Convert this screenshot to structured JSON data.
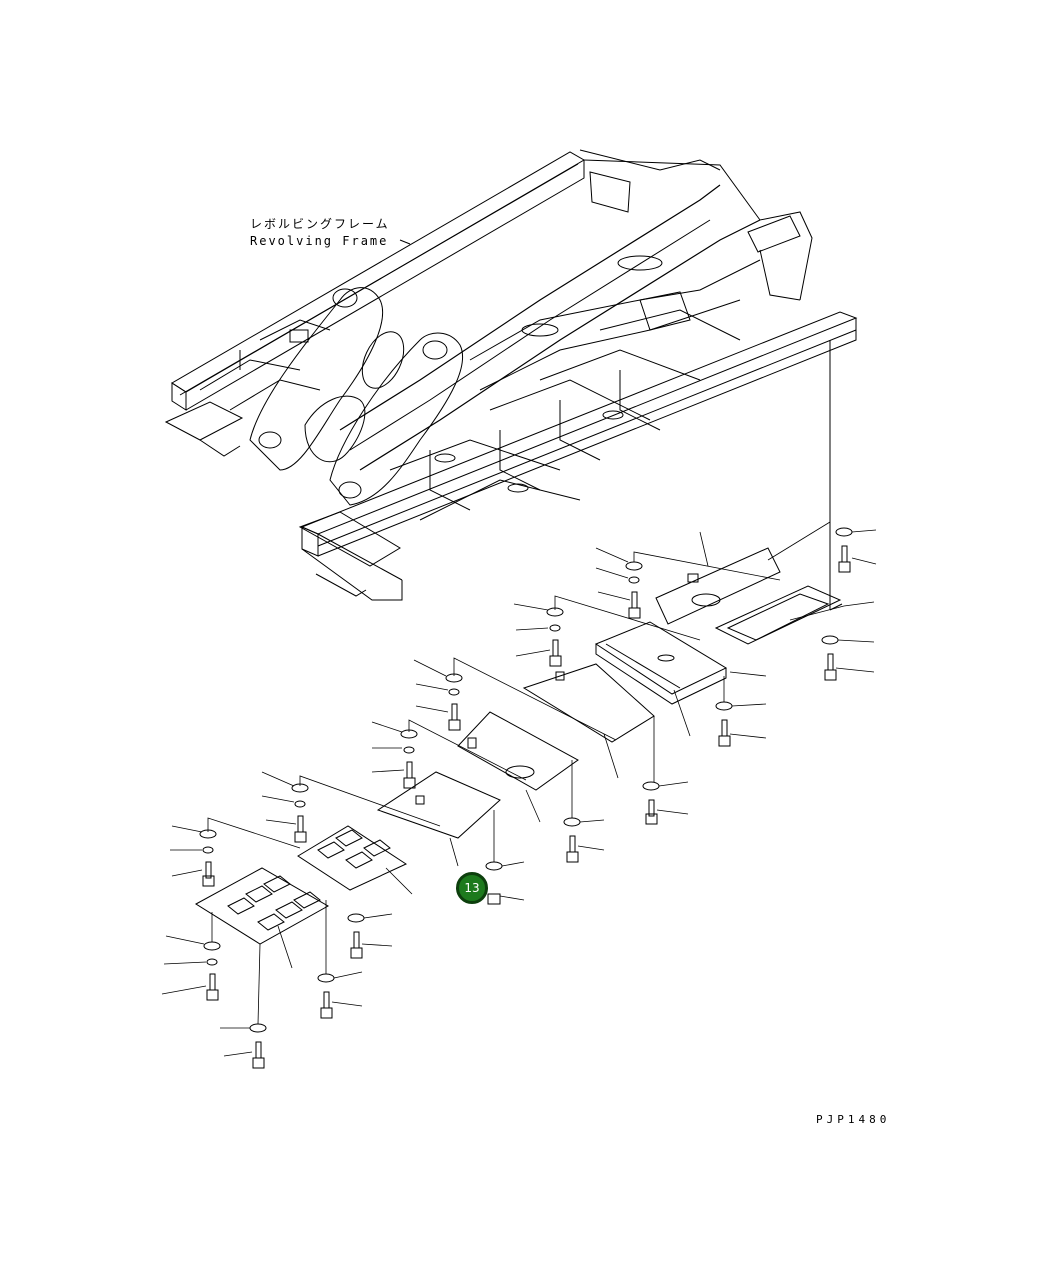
{
  "frame_label": {
    "jp": "レボルビングフレーム",
    "en": "Revolving Frame"
  },
  "callout": {
    "number": "13",
    "color": "#1d7a1d"
  },
  "drawing_code": "PJP1480",
  "icons": [
    "washer-icon",
    "bolt-icon",
    "cover-plate-icon"
  ]
}
